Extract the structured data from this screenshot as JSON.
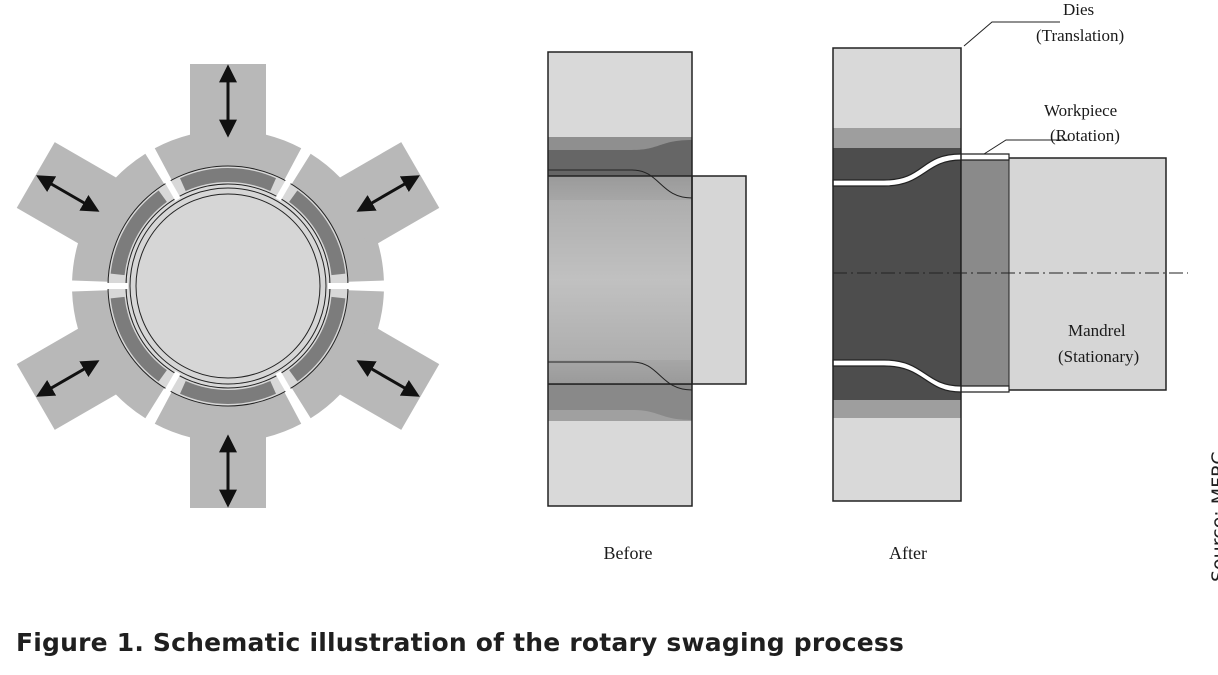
{
  "figure": {
    "caption": "Figure 1. Schematic illustration of the rotary swaging process",
    "source": "Source: MFRC"
  },
  "labels": {
    "dies": {
      "line1": "Dies",
      "line2": "(Translation)"
    },
    "workpiece": {
      "line1": "Workpiece",
      "line2": "(Rotation)"
    },
    "mandrel": {
      "line1": "Mandrel",
      "line2": "(Stationary)"
    },
    "before": "Before",
    "after": "After"
  },
  "colors": {
    "die_light": "#c8c8c8",
    "die_block": "#d9d9d9",
    "die_mid": "#9e9e9e",
    "die_dark": "#555555",
    "workpiece_gray": "#7a7a7a",
    "mandrel_fill": "#d6d6d6",
    "outline": "#222222"
  }
}
